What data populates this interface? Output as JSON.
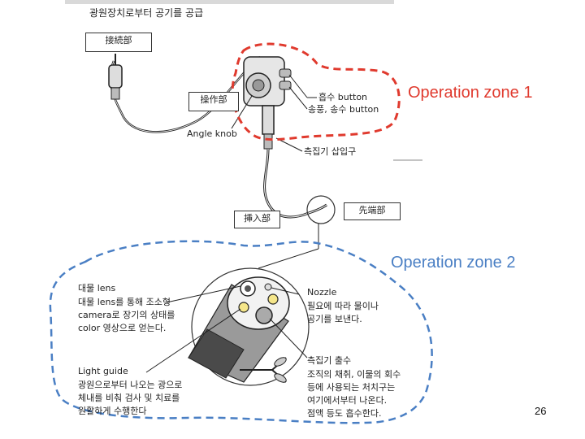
{
  "top_caption": "광원장치로부터 공기를 공급",
  "labels": {
    "connector": "接続部",
    "control": "操作部",
    "angle_knob": "Angle knob",
    "suction_button": "흡수 button",
    "air_water_button": "송풍, 송수 button",
    "forceps_inlet": "측집기 삽입구",
    "insertion": "挿入部",
    "tip": "先端部"
  },
  "zones": {
    "zone1": "Operation zone 1",
    "zone2": "Operation zone 2"
  },
  "tip_details": {
    "objective_lens_title": "대물 lens",
    "objective_lens_desc": "대물 lens를 통해 조소형\ncamera로 장기의 상태를\ncolor 영상으로 얻는다.",
    "light_guide_title": "Light guide",
    "light_guide_desc": "광원으로부터 나오는 광으로\n체내를 비춰 검사 및 치료를\n원활하게 수행한다",
    "nozzle_title": "Nozzle",
    "nozzle_desc": "필요에 따라 물이나\n공기를 보낸다.",
    "forceps_outlet_title": "측집기 출수",
    "forceps_outlet_desc": "조직의 채취, 이물의 회수\n등에 사용되는 처치구는\n여기에서부터 나온다.\n점액 등도 흡수한다."
  },
  "page_number": "26",
  "colors": {
    "zone1": "#e03a2e",
    "zone2": "#4a7fc4"
  }
}
